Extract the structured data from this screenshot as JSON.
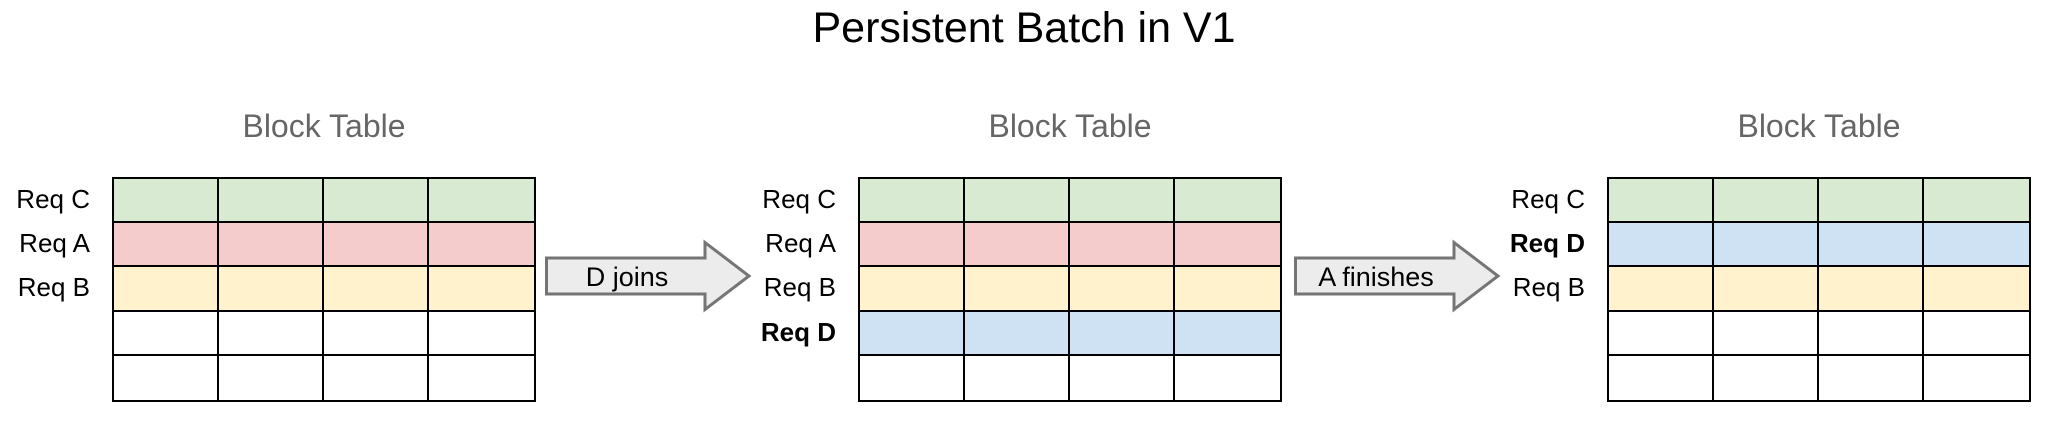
{
  "title": "Persistent Batch in V1",
  "colors": {
    "req_c_green": "#d9ead3",
    "req_a_red": "#f4cccc",
    "req_b_yellow": "#fff2cc",
    "req_d_blue": "#cfe2f3",
    "empty_cell": "#ffffff",
    "grid_border": "#000000",
    "table_title_gray": "#666666",
    "arrow_fill": "#ececec",
    "arrow_border": "#757575"
  },
  "tables": [
    {
      "title": "Block Table",
      "columns": 4,
      "rows": [
        {
          "label": "Req C",
          "bold": false,
          "color": "#d9ead3"
        },
        {
          "label": "Req A",
          "bold": false,
          "color": "#f4cccc"
        },
        {
          "label": "Req B",
          "bold": false,
          "color": "#fff2cc"
        },
        {
          "label": "",
          "bold": false,
          "color": "#ffffff"
        },
        {
          "label": "",
          "bold": false,
          "color": "#ffffff"
        }
      ]
    },
    {
      "title": "Block Table",
      "columns": 4,
      "rows": [
        {
          "label": "Req C",
          "bold": false,
          "color": "#d9ead3"
        },
        {
          "label": "Req A",
          "bold": false,
          "color": "#f4cccc"
        },
        {
          "label": "Req B",
          "bold": false,
          "color": "#fff2cc"
        },
        {
          "label": "Req D",
          "bold": true,
          "color": "#cfe2f3"
        },
        {
          "label": "",
          "bold": false,
          "color": "#ffffff"
        }
      ]
    },
    {
      "title": "Block Table",
      "columns": 4,
      "rows": [
        {
          "label": "Req C",
          "bold": false,
          "color": "#d9ead3"
        },
        {
          "label": "Req D",
          "bold": true,
          "color": "#cfe2f3"
        },
        {
          "label": "Req B",
          "bold": false,
          "color": "#fff2cc"
        },
        {
          "label": "",
          "bold": false,
          "color": "#ffffff"
        },
        {
          "label": "",
          "bold": false,
          "color": "#ffffff"
        }
      ]
    }
  ],
  "arrows": [
    {
      "label": "D joins"
    },
    {
      "label": "A finishes"
    }
  ]
}
